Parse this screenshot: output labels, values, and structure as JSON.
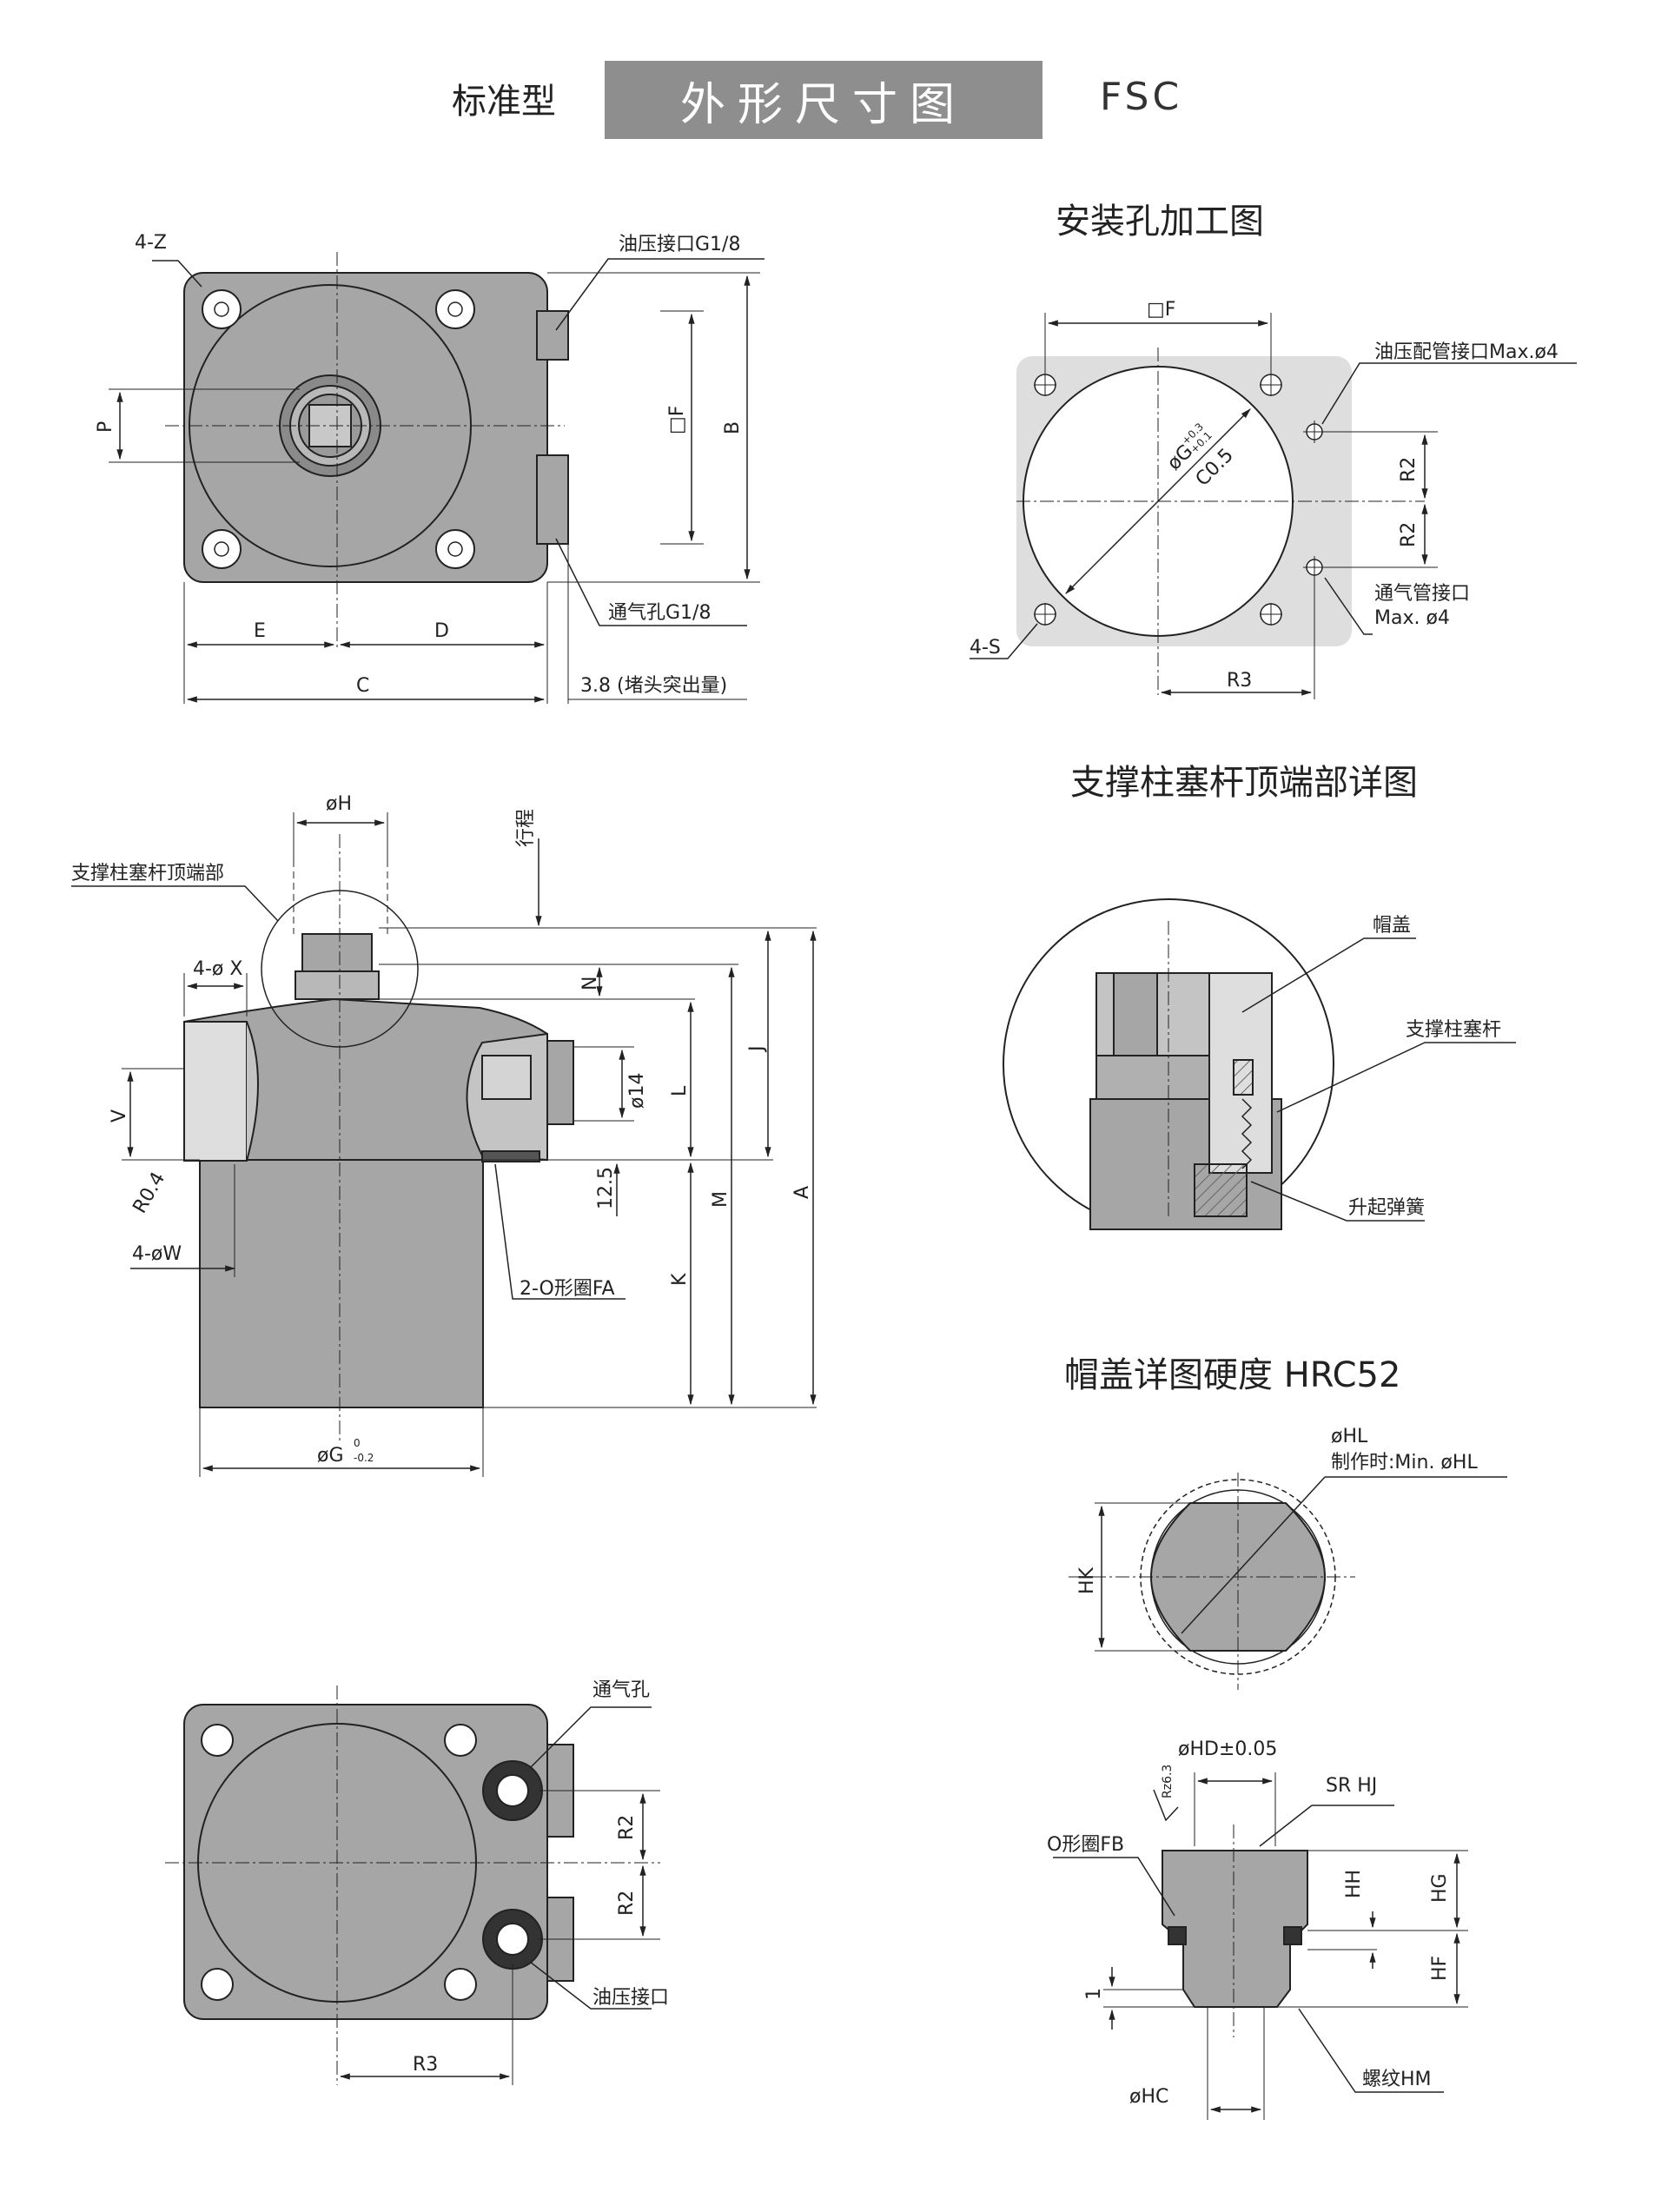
{
  "header": {
    "left": "标准型",
    "center": "外形尺寸图",
    "right": "FSC"
  },
  "sections": {
    "mount": "安装孔加工图",
    "plunger": "支撑柱塞杆顶端部详图",
    "cap": "帽盖详图硬度 HRC52"
  },
  "labels": {
    "z4": "4-Z",
    "oil_port": "油压接口G1/8",
    "vent_port": "通气孔G1/8",
    "sqF": "□F",
    "B": "B",
    "P": "P",
    "E": "E",
    "D": "D",
    "C": "C",
    "protrude": "3.8 (堵头突出量)",
    "oil_pipe": "油压配管接口Max.ø4",
    "vent_pipe1": "通气管接口",
    "vent_pipe2": "Max. ø4",
    "s4": "4-S",
    "R2": "R2",
    "R3": "R3",
    "phiG": "øG",
    "gtol_top": "+0.3",
    "gtol_bot": "+0.1",
    "C05": "C0.5",
    "phiH": "øH",
    "stroke": "行程",
    "tip": "支撑柱塞杆顶端部",
    "x4": "4-ø X",
    "N": "N",
    "J": "J",
    "A": "A",
    "L": "L",
    "M": "M",
    "K": "K",
    "V": "V",
    "d14": "ø14",
    "d125": "12.5",
    "R04": "R0.4",
    "w4": "4-øW",
    "oring": "2-O形圈FA",
    "phiG2": "øG",
    "g2top": "0",
    "g2bot": "-0.2",
    "cap": "帽盖",
    "plunger": "支撑柱塞杆",
    "spring": "升起弹簧",
    "phiHL": "øHL",
    "make": "制作时:Min. øHL",
    "HK": "HK",
    "phiHD": "øHD±0.05",
    "Rz": "Rz6.3",
    "SRHJ": "SR HJ",
    "oringFB": "O形圈FB",
    "HH": "HH",
    "HG": "HG",
    "HF": "HF",
    "one": "1",
    "phiHC": "øHC",
    "thread": "螺纹HM",
    "vent_hole": "通气孔",
    "oil_hole": "油压接口"
  },
  "colors": {
    "body": "#a6a6a6",
    "light": "#dedede",
    "mid": "#c4c4c4",
    "line": "#222222",
    "header": "#8e8e8e"
  }
}
